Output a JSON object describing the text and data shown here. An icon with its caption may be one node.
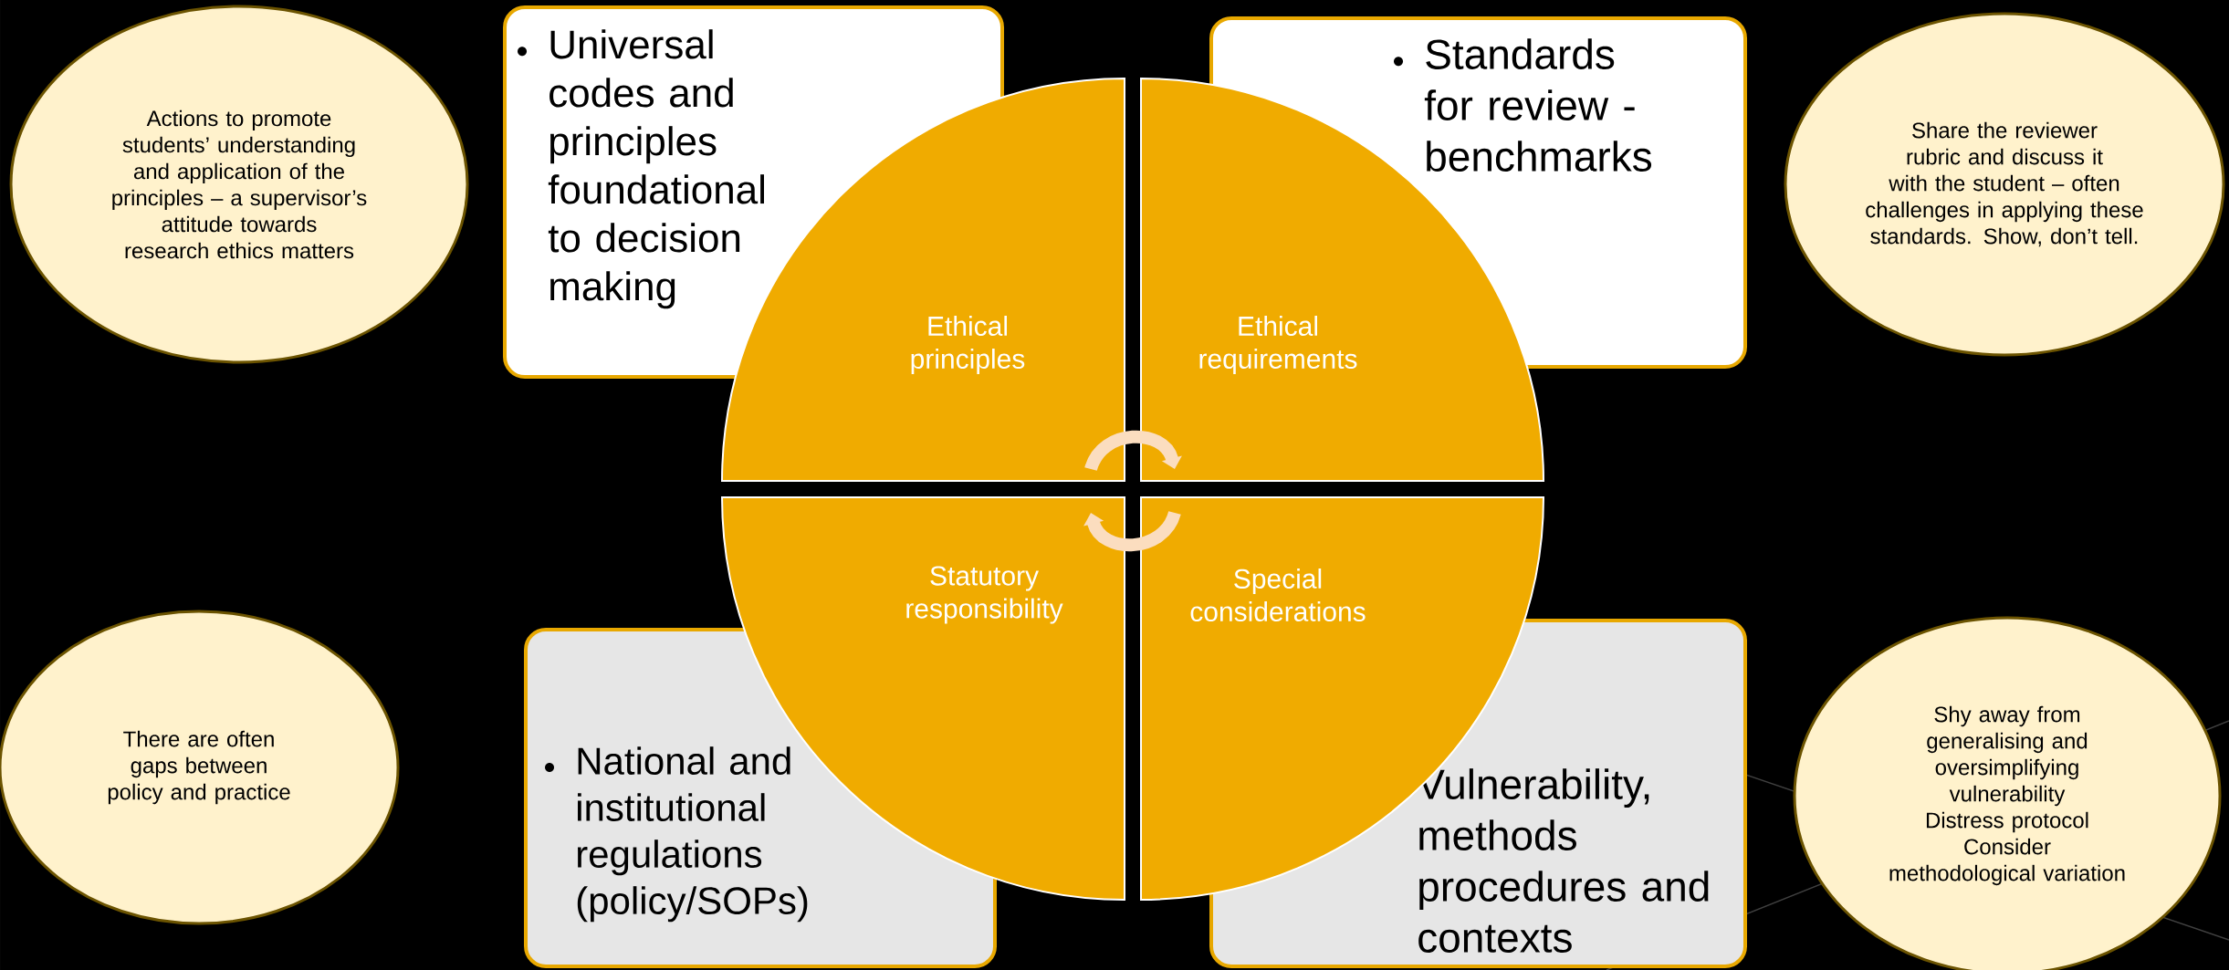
{
  "diagram": {
    "nodes": [
      {
        "text": [
          "Actions to promote students’ understanding and application of the principles – a supervisor’s attitude towards research ethics matters"
        ]
      },
      {
        "text": [
          "Universal codes and principles foundational to decision making"
        ]
      },
      {
        "text": [
          "Ethical principles"
        ]
      },
      {
        "text": [
          "Ethical requirements"
        ]
      },
      {
        "text": [
          "Standards for review - benchmarks"
        ]
      },
      {
        "text": [
          "Share the reviewer rubric and discuss it with the student – often challenges in applying these standards. Show, don’t tell."
        ]
      },
      {
        "text": [
          "There are often gaps between policy and practice"
        ]
      },
      {
        "text": [
          "National and institutional regulations (policy/SOPs)"
        ]
      },
      {
        "text": [
          "Statutory responsibility"
        ]
      },
      {
        "text": [
          "Special considerations"
        ]
      },
      {
        "text": [
          "Vulnerability, methods procedures and contexts"
        ]
      },
      {
        "text": [
          "Shy away from generalising and oversimplifying vulnerability",
          "Distress protocol",
          "Consider methodological variation"
        ]
      }
    ],
    "edges": [
      {
        "from": 2,
        "to": 3,
        "arrow": "to"
      },
      {
        "from": 9,
        "to": 8,
        "arrow": "to"
      }
    ]
  }
}
